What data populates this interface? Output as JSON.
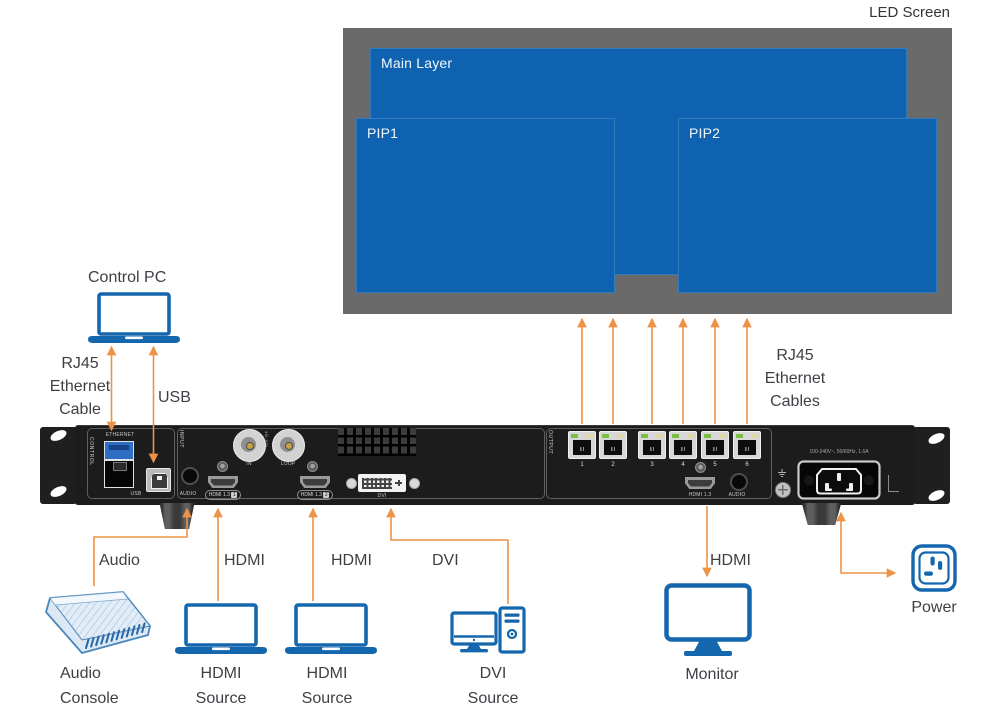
{
  "colors": {
    "accent_orange": "#EE9245",
    "icon_blue": "#1567AD",
    "layer_blue": "#0E62B0",
    "screen_gray": "#6A6A6A",
    "device_black": "#1C1C1D"
  },
  "led_screen": {
    "title": "LED Screen",
    "main_layer": "Main Layer",
    "pip1": "PIP1",
    "pip2": "PIP2"
  },
  "device": {
    "sections": {
      "control": "CONTROL",
      "input": "INPUT",
      "output": "OUTPUT"
    },
    "control": {
      "ethernet_label": "ETHERNET",
      "usb_label": "USB"
    },
    "input": {
      "audio_label": "AUDIO",
      "hdmi1_label": "HDMI 1.3",
      "hdmi1_num": "1",
      "sdi_vertical_label": "3G-SDI",
      "sdi_in_label": "IN",
      "sdi_loop_label": "LOOP",
      "hdmi2_label": "HDMI 1.3",
      "hdmi2_num": "2",
      "dvi_label": "DVI"
    },
    "output": {
      "port_numbers": [
        "1",
        "2",
        "3",
        "4",
        "5",
        "6"
      ],
      "hdmi_label": "HDMI 1.3",
      "audio_label": "AUDIO"
    },
    "power": {
      "rating": "100-240V~, 50/60Hz, 1.6A"
    }
  },
  "cables": {
    "rj45_pc": "RJ45\nEthernet\nCable",
    "usb": "USB",
    "audio": "Audio",
    "hdmi_in_1": "HDMI",
    "hdmi_in_2": "HDMI",
    "dvi": "DVI",
    "rj45_outputs": "RJ45\nEthernet\nCables",
    "hdmi_out": "HDMI"
  },
  "peripherals": {
    "control_pc": {
      "label": "Control PC"
    },
    "audio_console": {
      "label": "Audio\nConsole"
    },
    "hdmi_source_1": {
      "label": "HDMI\nSource"
    },
    "hdmi_source_2": {
      "label": "HDMI\nSource"
    },
    "dvi_source": {
      "label": "DVI\nSource"
    },
    "monitor": {
      "label": "Monitor"
    },
    "power_outlet": {
      "label": "Power"
    }
  }
}
